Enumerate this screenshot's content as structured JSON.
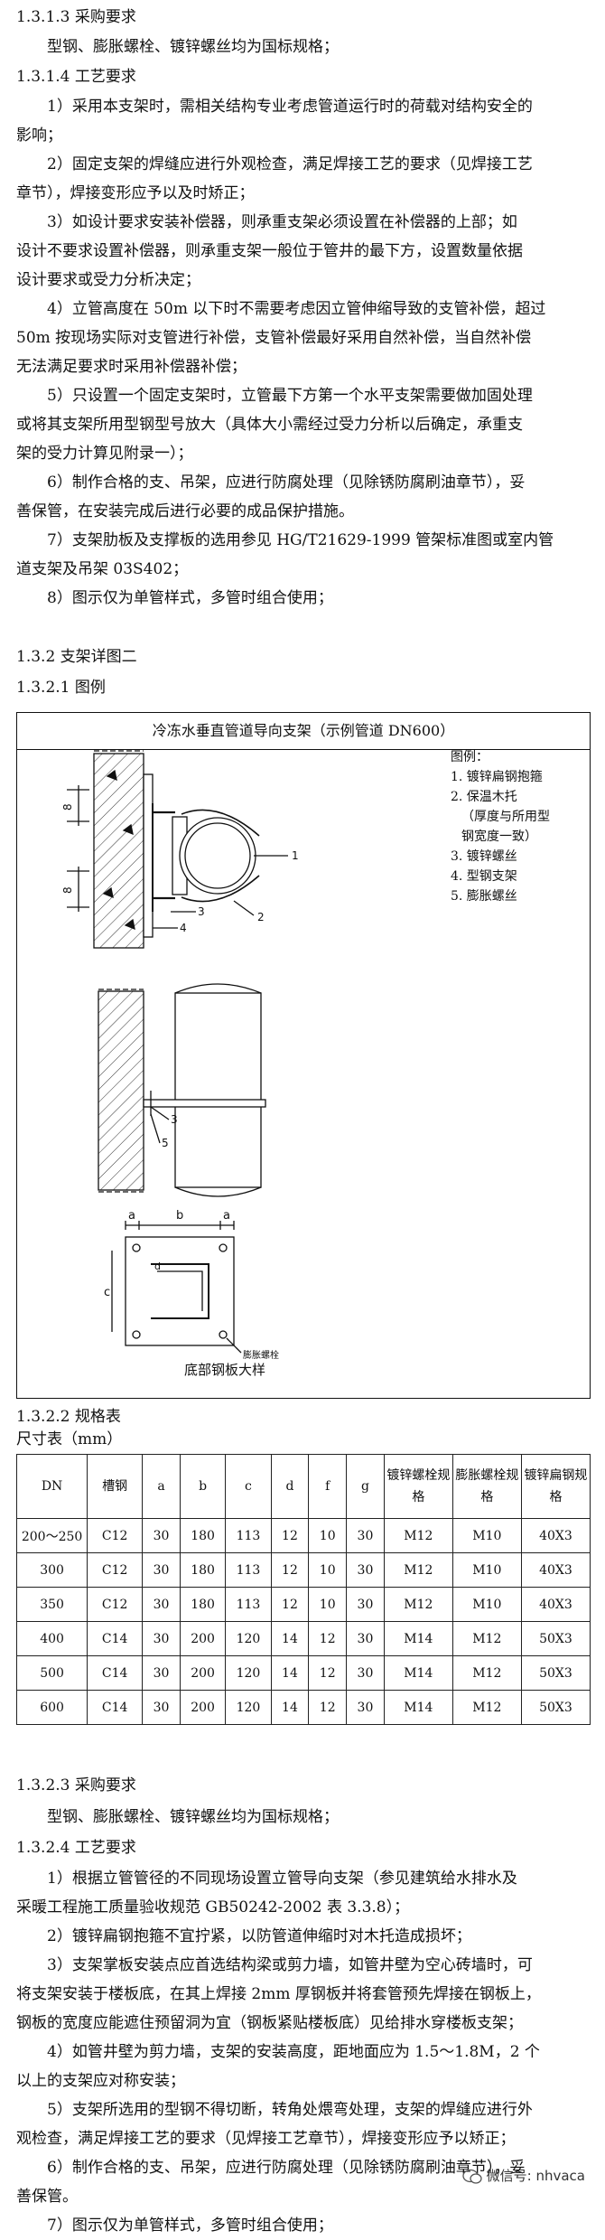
{
  "s1": {
    "h_purchase": "1.3.1.3 采购要求",
    "purchase_text": "型钢、膨胀螺栓、镀锌螺丝均为国标规格；",
    "h_craft": "1.3.1.4 工艺要求",
    "craft_lines": [
      "1）采用本支架时，需相关结构专业考虑管道运行时的荷载对结构安全的",
      "影响；",
      "2）固定支架的焊缝应进行外观检查，满足焊接工艺的要求（见焊接工艺",
      "章节），焊接变形应予以及时矫正；",
      "3）如设计要求安装补偿器，则承重支架必须设置在补偿器的上部；如",
      "设计不要求设置补偿器，则承重支架一般位于管井的最下方，设置数量依据",
      "设计要求或受力分析决定；",
      "4）立管高度在 50m 以下时不需要考虑因立管伸缩导致的支管补偿，超过",
      "50m 按现场实际对支管进行补偿，支管补偿最好采用自然补偿，当自然补偿",
      "无法满足要求时采用补偿器补偿；",
      "5）只设置一个固定支架时，立管最下方第一个水平支架需要做加固处理",
      "或将其支架所用型钢型号放大（具体大小需经过受力分析以后确定，承重支",
      "架的受力计算见附录一）；",
      "6）制作合格的支、吊架，应进行防腐处理（见除锈防腐刷油章节），妥",
      "善保管，在安装完成后进行必要的成品保护措施。",
      "7）支架肋板及支撑板的选用参见 HG/T21629-1999 管架标准图或室内管",
      "道支架及吊架 03S402；",
      "8）图示仅为单管样式，多管时组合使用；"
    ]
  },
  "s2": {
    "h_detail": "1.3.2 支架详图二",
    "h_example": "1.3.2.1 图例",
    "figure": {
      "title": "冷冻水垂直管道导向支架（示例管道 DN600）",
      "legend": [
        "图例：",
        "1. 镀锌扁钢抱箍",
        "2. 保温木托",
        "（厚度与所用型",
        "钢宽度一致）",
        "3. 镀锌螺丝",
        "4. 型钢支架",
        "5. 膨胀螺丝"
      ],
      "callouts": [
        "1",
        "2",
        "3",
        "4",
        "5"
      ],
      "dim_a": "a",
      "dim_b": "b",
      "dim_c": "c",
      "dim_d": "d",
      "dim_left": "8",
      "plate_note": "膨胀螺栓",
      "caption": "底部钢板大样"
    },
    "h_spec": "1.3.2.2 规格表",
    "table_title": "尺寸表（mm）",
    "table_headers": [
      "DN",
      "槽钢",
      "a",
      "b",
      "c",
      "d",
      "f",
      "g",
      "镀锌螺栓规格",
      "膨胀螺栓规格",
      "镀锌扁钢规格"
    ],
    "table_rows": [
      [
        "200～250",
        "C12",
        "30",
        "180",
        "113",
        "12",
        "10",
        "30",
        "M12",
        "M10",
        "40X3"
      ],
      [
        "300",
        "C12",
        "30",
        "180",
        "113",
        "12",
        "10",
        "30",
        "M12",
        "M10",
        "40X3"
      ],
      [
        "350",
        "C12",
        "30",
        "180",
        "113",
        "12",
        "10",
        "30",
        "M12",
        "M10",
        "40X3"
      ],
      [
        "400",
        "C14",
        "30",
        "200",
        "120",
        "14",
        "12",
        "30",
        "M14",
        "M12",
        "50X3"
      ],
      [
        "500",
        "C14",
        "30",
        "200",
        "120",
        "14",
        "12",
        "30",
        "M14",
        "M12",
        "50X3"
      ],
      [
        "600",
        "C14",
        "30",
        "200",
        "120",
        "14",
        "12",
        "30",
        "M14",
        "M12",
        "50X3"
      ]
    ],
    "h_purchase": "1.3.2.3 采购要求",
    "purchase_text": "型钢、膨胀螺栓、镀锌螺丝均为国标规格；",
    "h_craft": "1.3.2.4 工艺要求",
    "craft_lines": [
      "1）根据立管管径的不同现场设置立管导向支架（参见建筑给水排水及",
      "采暖工程施工质量验收规范 GB50242-2002 表 3.3.8）；",
      "2）镀锌扁钢抱箍不宜拧紧，以防管道伸缩时对木托造成损坏；",
      "3）支架掌板安装点应首选结构梁或剪力墙，如管井壁为空心砖墙时，可",
      "将支架安装于楼板底，在其上焊接 2mm 厚钢板并将套管预先焊接在钢板上，",
      "钢板的宽度应能遮住预留洞为宜（钢板紧贴楼板底）见给排水穿楼板支架；",
      "4）如管井壁为剪力墙，支架的安装高度，距地面应为 1.5～1.8M，2 个",
      "以上的支架应对称安装；",
      "5）支架所选用的型钢不得切断，转角处煨弯处理，支架的焊缝应进行外",
      "观检查，满足焊接工艺的要求（见焊接工艺章节），焊接变形应予以矫正；",
      "6）制作合格的支、吊架，应进行防腐处理（见除锈防腐刷油章节），妥",
      "善保管。",
      "7）图示仅为单管样式，多管时组合使用；"
    ]
  },
  "watermark": "微信号: nhvaca"
}
